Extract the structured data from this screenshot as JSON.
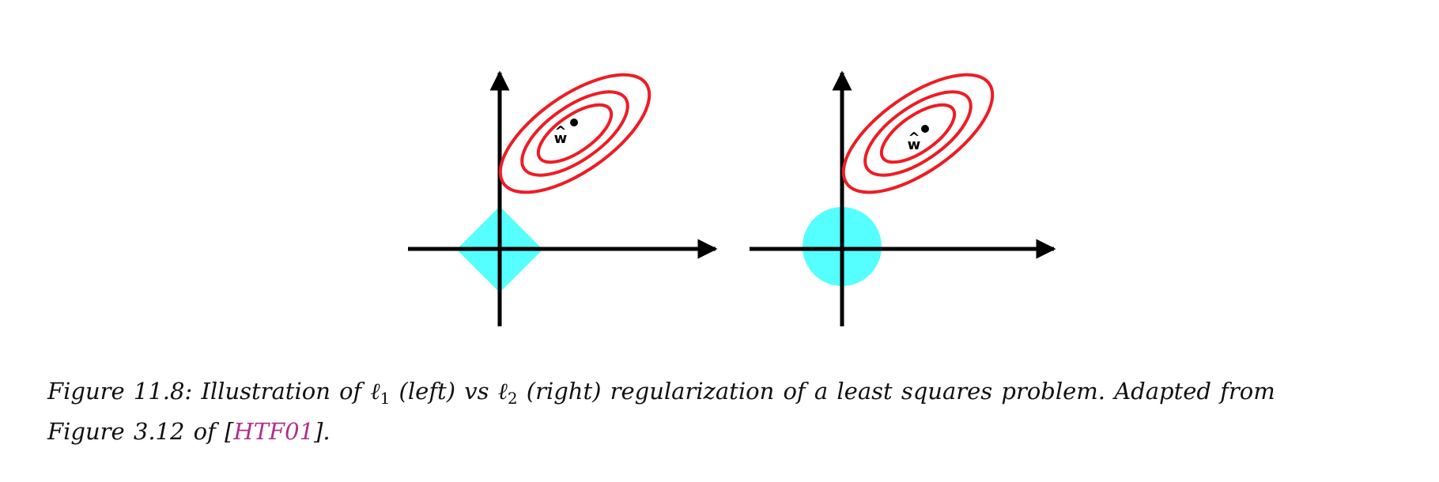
{
  "figure": {
    "panels": [
      {
        "position": "left",
        "regularizer": "l1",
        "constraint_shape": "diamond",
        "estimate_label": "w",
        "estimate_hat": "^"
      },
      {
        "position": "right",
        "regularizer": "l2",
        "constraint_shape": "circle",
        "estimate_label": "w",
        "estimate_hat": "^"
      }
    ],
    "colors": {
      "contour": "#ee1c24",
      "constraint": "#55ffff",
      "axes": "#000000",
      "link": "#b0308c"
    }
  },
  "caption": {
    "prefix": "Figure 11.8: Illustration of ",
    "ell_symbol": "ℓ",
    "sub1": "1",
    "mid1": " (left) vs ",
    "sub2": "2",
    "mid2": " (right) regularization of a least squares problem. Adapted from",
    "line2_prefix": "Figure 3.12 of [",
    "citation": "HTF01",
    "line2_suffix": "]."
  }
}
